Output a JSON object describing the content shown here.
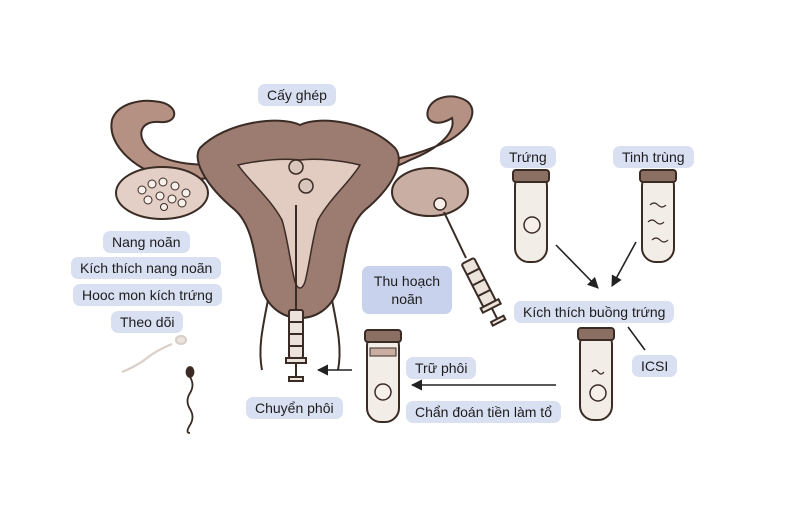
{
  "labels": {
    "cay_ghep": "Cấy ghép",
    "trung": "Trứng",
    "tinh_trung": "Tinh trùng",
    "nang_noan": "Nang noãn",
    "kich_thich_nang_noan": "Kích thích nang noãn",
    "hooc_mon": "Hooc mon kích trứng",
    "theo_doi": "Theo dõi",
    "thu_hoach_noan_1": "Thu hoạch",
    "thu_hoach_noan_2": "noãn",
    "kich_thich_buong_trung": "Kích thích buồng trứng",
    "icsi": "ICSI",
    "tru_phoi": "Trữ phôi",
    "chuyen_phoi": "Chuyển phôi",
    "chan_doan": "Chẩn đoán tiền làm tổ"
  },
  "colors": {
    "label_bg": "#d9e0f2",
    "label_box_bg": "#c8d2ec",
    "ink": "#3a2c25",
    "tissue": "#8a6a5e",
    "tissue_light": "#c9aea4",
    "tube_glass": "#f2ede6",
    "tube_cap": "#8a6f62",
    "arrow": "#222222"
  }
}
